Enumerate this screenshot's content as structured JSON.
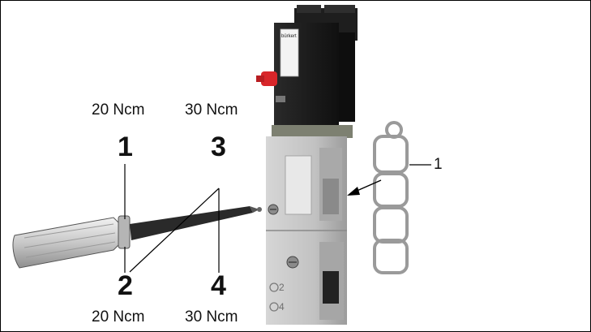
{
  "labels": {
    "torque_top_left": "20 Ncm",
    "torque_top_right": "30 Ncm",
    "torque_bottom_left": "20 Ncm",
    "torque_bottom_right": "30 Ncm",
    "callout_1": "1",
    "callout_2": "2",
    "callout_3": "3",
    "callout_4": "4",
    "gasket_callout": "1"
  },
  "valve": {
    "brand_text": "bürkert",
    "port_labels": [
      "2",
      "4"
    ]
  },
  "colors": {
    "valve_body_gray": "#c4c4c4",
    "coil_black": "#1c1c1c",
    "manual_override_red": "#d8262a",
    "gasket_gray": "#9a9a9a",
    "screwdriver_handle": "#cfcfcf"
  }
}
